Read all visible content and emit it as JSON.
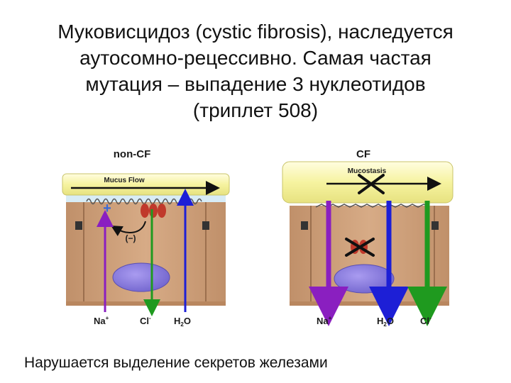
{
  "slide": {
    "title_lines": [
      "Муковисцидоз (cystic fibrosis), наследуется",
      "аутосомно-рецессивно. Самая частая",
      "мутация – выпадение 3 нуклеотидов",
      "(триплет 508)"
    ],
    "footer": "Нарушается выделение секретов железами"
  },
  "diagram": {
    "left": {
      "title": "non-CF",
      "flow_label": "Mucus Flow",
      "inhibition_label": "(−)",
      "ions": {
        "na": "Na",
        "na_sup": "+",
        "cl": "Cl",
        "cl_sup": "-",
        "h2o_h": "H",
        "h2o_sub": "2",
        "h2o_o": "O"
      }
    },
    "right": {
      "title": "CF",
      "flow_label": "Mucostasis",
      "ions": {
        "na": "Na",
        "na_sup": "+",
        "h2o_h": "H",
        "h2o_sub": "2",
        "h2o_o": "O",
        "cl": "Cl",
        "cl_sup": "-"
      }
    },
    "colors": {
      "cell": "#cda07a",
      "mucus": "#f6f3a8",
      "na_arrow": "#8a1fc0",
      "cl_arrow": "#1f9a1f",
      "h2o_arrow": "#1d1fd6",
      "nucleus": "#8b7fe0",
      "cftr_channel": "#c0392b"
    }
  }
}
